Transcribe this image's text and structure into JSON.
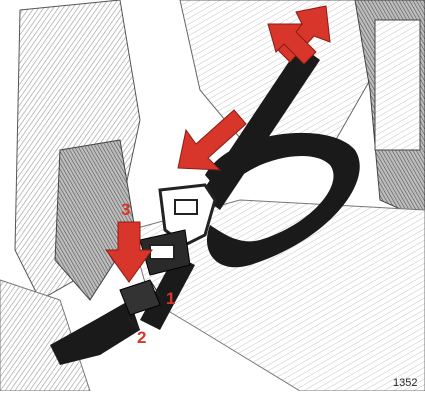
{
  "callouts": {
    "step_1": "1",
    "step_2": "2",
    "step_3": "3"
  },
  "figure_number": "1352",
  "colors": {
    "arrow_red": "#d8362b",
    "belt_black": "#1a1a1a",
    "hatch_gray": "#8a8a8a",
    "paper": "#ffffff"
  },
  "icons": {
    "arrow_a": "double-headed-arrow-icon",
    "arrow_b": "down-arrow-icon",
    "arrow_c": "down-arrow-icon"
  }
}
